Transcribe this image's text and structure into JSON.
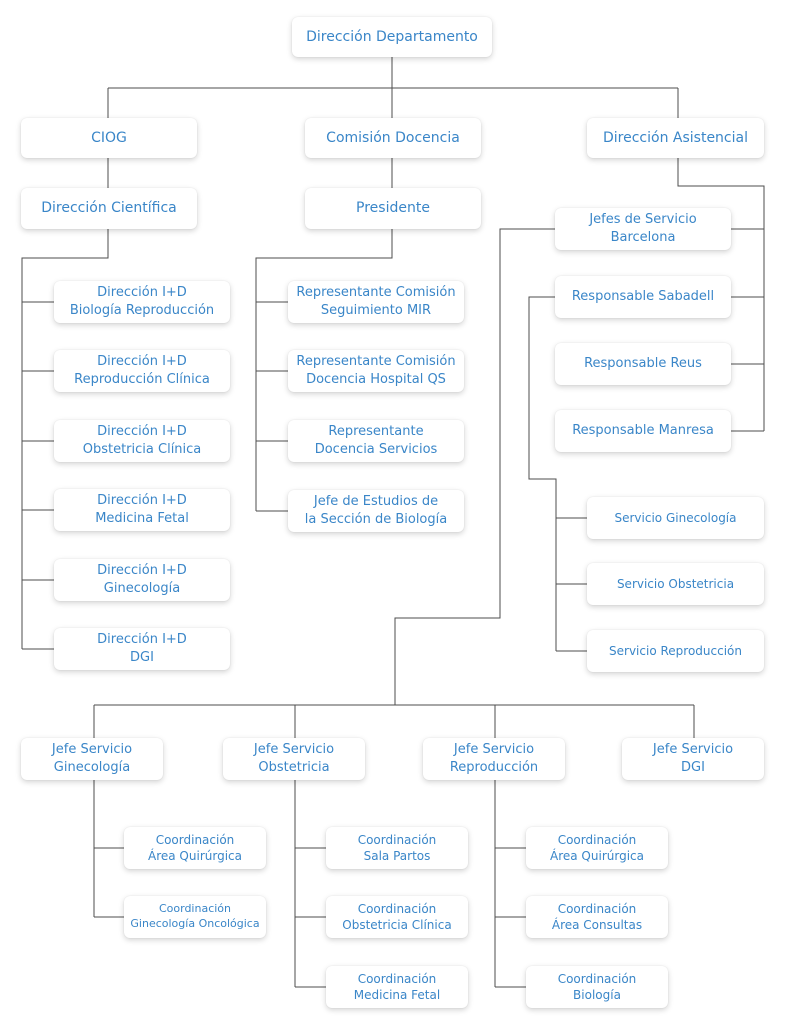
{
  "diagram": {
    "top": "Dirección Departamento",
    "level1": {
      "ciog": "CIOG",
      "docencia": "Comisión Docencia",
      "asistencial": "Dirección Asistencial"
    },
    "ciog_branch": {
      "head": "Dirección Científica",
      "items": [
        "Dirección I+D\nBiología Reproducción",
        "Dirección I+D\nReproducción Clínica",
        "Dirección I+D\nObstetricia Clínica",
        "Dirección I+D\nMedicina Fetal",
        "Dirección I+D\nGinecología",
        "Dirección I+D\nDGI"
      ]
    },
    "docencia_branch": {
      "head": "Presidente",
      "items": [
        "Representante Comisión\nSeguimiento MIR",
        "Representante Comisión\nDocencia Hospital QS",
        "Representante\nDocencia Servicios",
        "Jefe de Estudios de\nla Sección de Biología"
      ]
    },
    "asistencial_branch": {
      "jefes_barcelona": "Jefes de Servicio\nBarcelona",
      "sabadell": "Responsable Sabadell",
      "reus": "Responsable Reus",
      "manresa": "Responsable Manresa",
      "servicios": [
        "Servicio Ginecología",
        "Servicio Obstetricia",
        "Servicio Reproducción"
      ]
    },
    "jefes_servicio": [
      "Jefe Servicio\nGinecología",
      "Jefe Servicio\nObstetricia",
      "Jefe Servicio\nReproducción",
      "Jefe Servicio\nDGI"
    ],
    "ginecologia_coord": [
      "Coordinación\nÁrea Quirúrgica",
      "Coordinación\nGinecología Oncológica"
    ],
    "obstetricia_coord": [
      "Coordinación\nSala Partos",
      "Coordinación\nObstetricia Clínica",
      "Coordinación\nMedicina Fetal"
    ],
    "reproduccion_coord": [
      "Coordinación\nÁrea Quirúrgica",
      "Coordinación\nÁrea Consultas",
      "Coordinación\nBiología"
    ]
  }
}
